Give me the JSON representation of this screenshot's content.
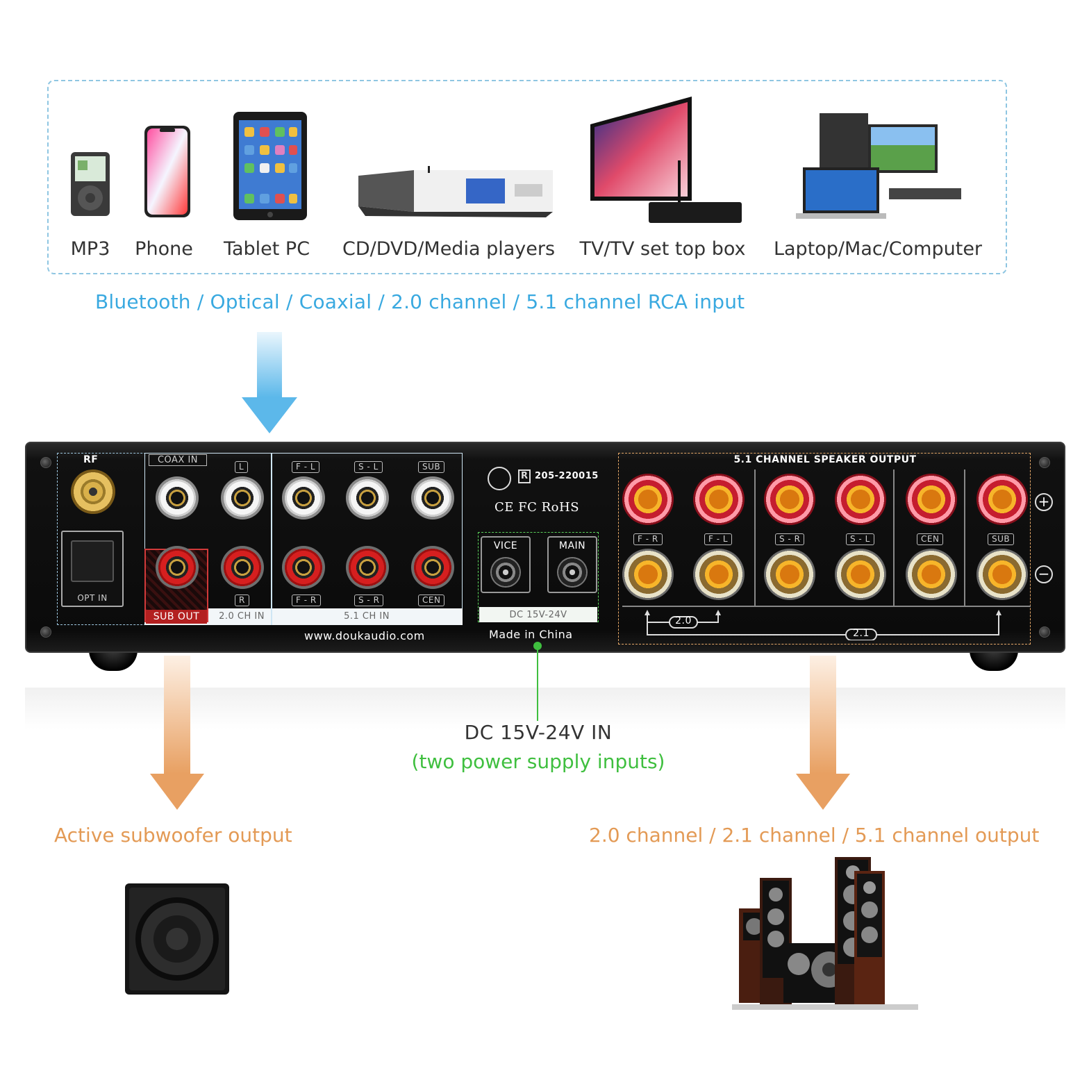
{
  "sources": {
    "items": [
      {
        "label": "MP3",
        "icon": "mp3-player-icon"
      },
      {
        "label": "Phone",
        "icon": "phone-icon"
      },
      {
        "label": "Tablet PC",
        "icon": "tablet-icon"
      },
      {
        "label": "CD/DVD/Media players",
        "icon": "media-player-icon"
      },
      {
        "label": "TV/TV set top box",
        "icon": "tv-icon"
      },
      {
        "label": "Laptop/Mac/Computer",
        "icon": "computer-icon"
      }
    ],
    "input_caption": "Bluetooth / Optical / Coaxial / 2.0 channel / 5.1 channel RCA input"
  },
  "amp": {
    "rf": "RF",
    "opt_in": "OPT IN",
    "coax_in": "COAX IN",
    "sub_out": "SUB OUT",
    "ch20": {
      "l": "L",
      "r": "R",
      "label": "2.0 CH IN"
    },
    "ch51": {
      "fl": "F - L",
      "sl": "S - L",
      "sub": "SUB",
      "fr": "F - R",
      "sr": "S - R",
      "cen": "CEN",
      "label": "5.1 CH IN"
    },
    "cert_number": "205-220015",
    "certs": "CE FC RoHS",
    "vice": "VICE",
    "main": "MAIN",
    "dc_label": "DC 15V-24V",
    "website": "www.doukaudio.com",
    "made_in": "Made in China",
    "speaker_output": {
      "title": "5.1 CHANNEL SPEAKER OUTPUT",
      "channels": [
        "F - R",
        "F - L",
        "S - R",
        "S - L",
        "CEN",
        "SUB"
      ],
      "bracket_20": "2.0",
      "bracket_21": "2.1",
      "plus": "+",
      "minus": "−"
    }
  },
  "captions": {
    "dc_in": "DC 15V-24V IN",
    "two_supply": "(two power supply inputs)",
    "sub_output": "Active subwoofer output",
    "channel_output": "2.0 channel / 2.1 channel / 5.1 channel output"
  },
  "colors": {
    "blue_accent": "#39a9e0",
    "orange_accent": "#e39a55",
    "green_accent": "#3fbf3f"
  }
}
